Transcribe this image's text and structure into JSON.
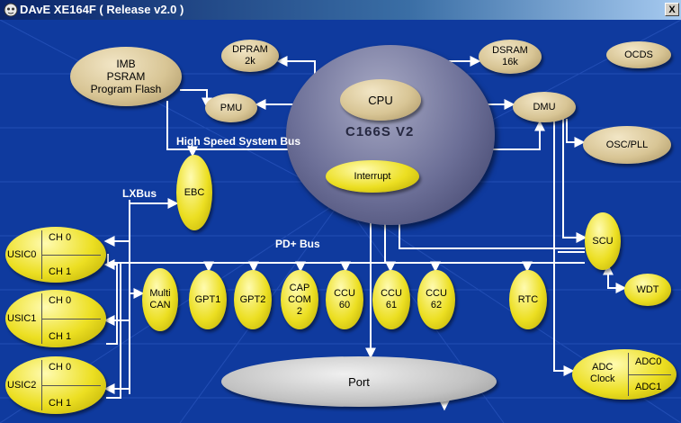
{
  "window": {
    "title": "DAvE XE164F ( Release v2.0 )",
    "close_label": "X"
  },
  "core": {
    "label": "C166S V2"
  },
  "nodes": {
    "imb": {
      "line1": "IMB",
      "line2": "PSRAM",
      "line3": "Program Flash"
    },
    "dpram": {
      "line1": "DPRAM",
      "line2": "2k"
    },
    "dsram": {
      "line1": "DSRAM",
      "line2": "16k"
    },
    "ocds": "OCDS",
    "cpu": "CPU",
    "pmu": "PMU",
    "dmu": "DMU",
    "osc": "OSC/PLL",
    "interrupt": "Interrupt",
    "ebc": "EBC",
    "scu": "SCU",
    "wdt": "WDT",
    "multican": {
      "line1": "Multi",
      "line2": "CAN"
    },
    "gpt1": "GPT1",
    "gpt2": "GPT2",
    "capcom": {
      "line1": "CAP",
      "line2": "COM",
      "line3": "2"
    },
    "ccu60": {
      "line1": "CCU",
      "line2": "60"
    },
    "ccu61": {
      "line1": "CCU",
      "line2": "61"
    },
    "ccu62": {
      "line1": "CCU",
      "line2": "62"
    },
    "rtc": "RTC",
    "port": "Port",
    "adc": {
      "name1": "ADC",
      "name2": "Clock",
      "ch0": "ADC0",
      "ch1": "ADC1"
    }
  },
  "usic": [
    {
      "name": "USIC0",
      "ch0": "CH 0",
      "ch1": "CH 1"
    },
    {
      "name": "USIC1",
      "ch0": "CH 0",
      "ch1": "CH 1"
    },
    {
      "name": "USIC2",
      "ch0": "CH 0",
      "ch1": "CH 1"
    }
  ],
  "buses": {
    "hss": "High Speed System Bus",
    "lx": "LXBus",
    "pd": "PD+ Bus"
  },
  "colors": {
    "background": "#0f3a9e",
    "tan_module": "#d8c595",
    "yellow_module": "#ecdf22",
    "port": "#c2c2c2",
    "bus_line": "#ffffff"
  }
}
